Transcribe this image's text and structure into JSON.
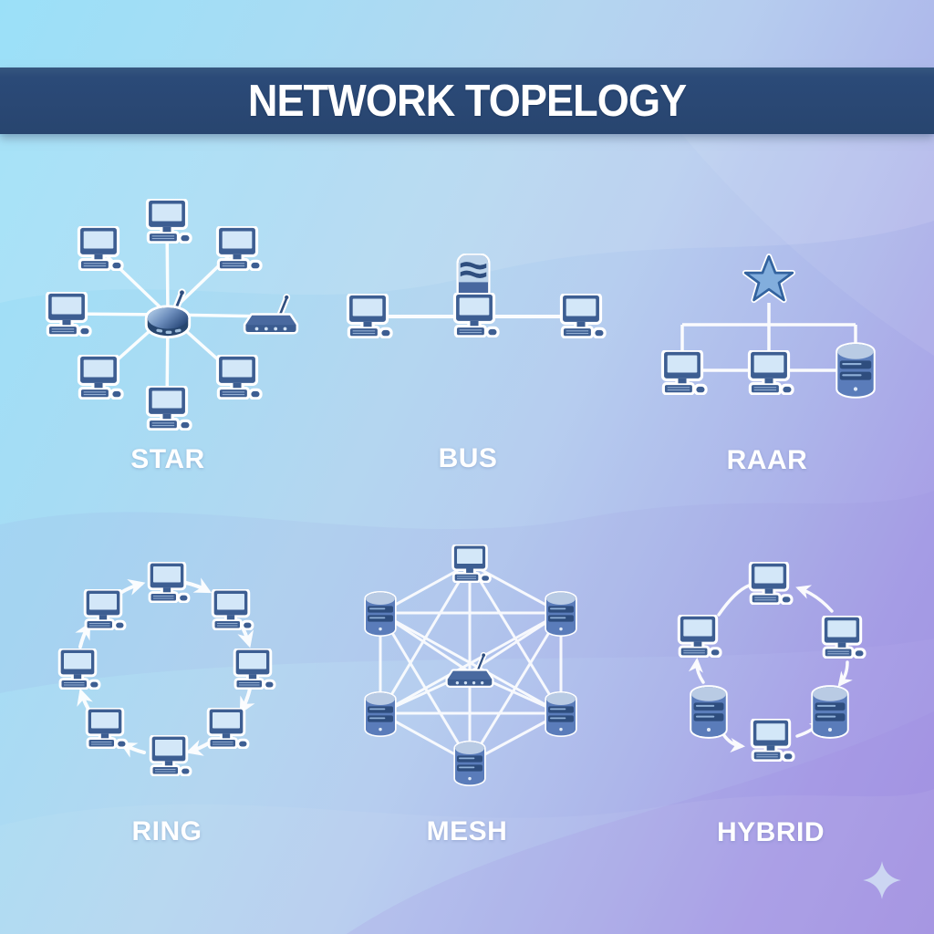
{
  "title": "NETWORK TOPELOGY",
  "topologies": [
    {
      "id": "star",
      "label": "STAR",
      "nodes": [
        "computer-icon x7",
        "router-icon x1",
        "wireless-hub-icon (center)"
      ],
      "links": "8 straight spokes from central hub"
    },
    {
      "id": "bus",
      "label": "BUS",
      "nodes": [
        "computer-icon x3",
        "database-icon x1"
      ],
      "links": "single horizontal backbone, database dropped to middle node"
    },
    {
      "id": "raar",
      "label": "RAAR",
      "nodes": [
        "star-shape-icon x1",
        "computer-icon x2",
        "server-icon x1"
      ],
      "links": "tree branch from star to three nodes plus horizontal bus"
    },
    {
      "id": "ring",
      "label": "RING",
      "nodes": [
        "computer-icon x8"
      ],
      "links": "curved clockwise arrows around a circle"
    },
    {
      "id": "mesh",
      "label": "MESH",
      "nodes": [
        "computer-icon x1",
        "server-icon x5",
        "router-icon (center)"
      ],
      "links": "fully connected mesh of straight lines"
    },
    {
      "id": "hybrid",
      "label": "HYBRID",
      "nodes": [
        "computer-icon x4",
        "server-icon x2"
      ],
      "links": "circular arrangement with curved arrows"
    }
  ],
  "icons": {
    "computer": "desktop monitor with keyboard and mouse",
    "wireless_hub": "round access point with antenna",
    "router": "flat modem box with antenna and four lights",
    "database": "rounded database canister with disk stripes",
    "server": "cylindrical server tower with two slat bays",
    "star_shape": "five point star node",
    "sparkle": "four point sparkle watermark"
  },
  "colors": {
    "banner": "#2b4a78",
    "banner_text": "#ffffff",
    "label_text": "#ffffff",
    "connector": "#ffffff",
    "icon_frame": "#3d5e92",
    "icon_screen": "#d3e7f8",
    "server_body": "#5a7cba",
    "server_slat": "#2e4d7e",
    "star_fill": "#82aedd",
    "bg_top_left": "#9be0f8",
    "bg_bottom_right": "#a393e2",
    "sparkle": "#ccd6f2"
  }
}
